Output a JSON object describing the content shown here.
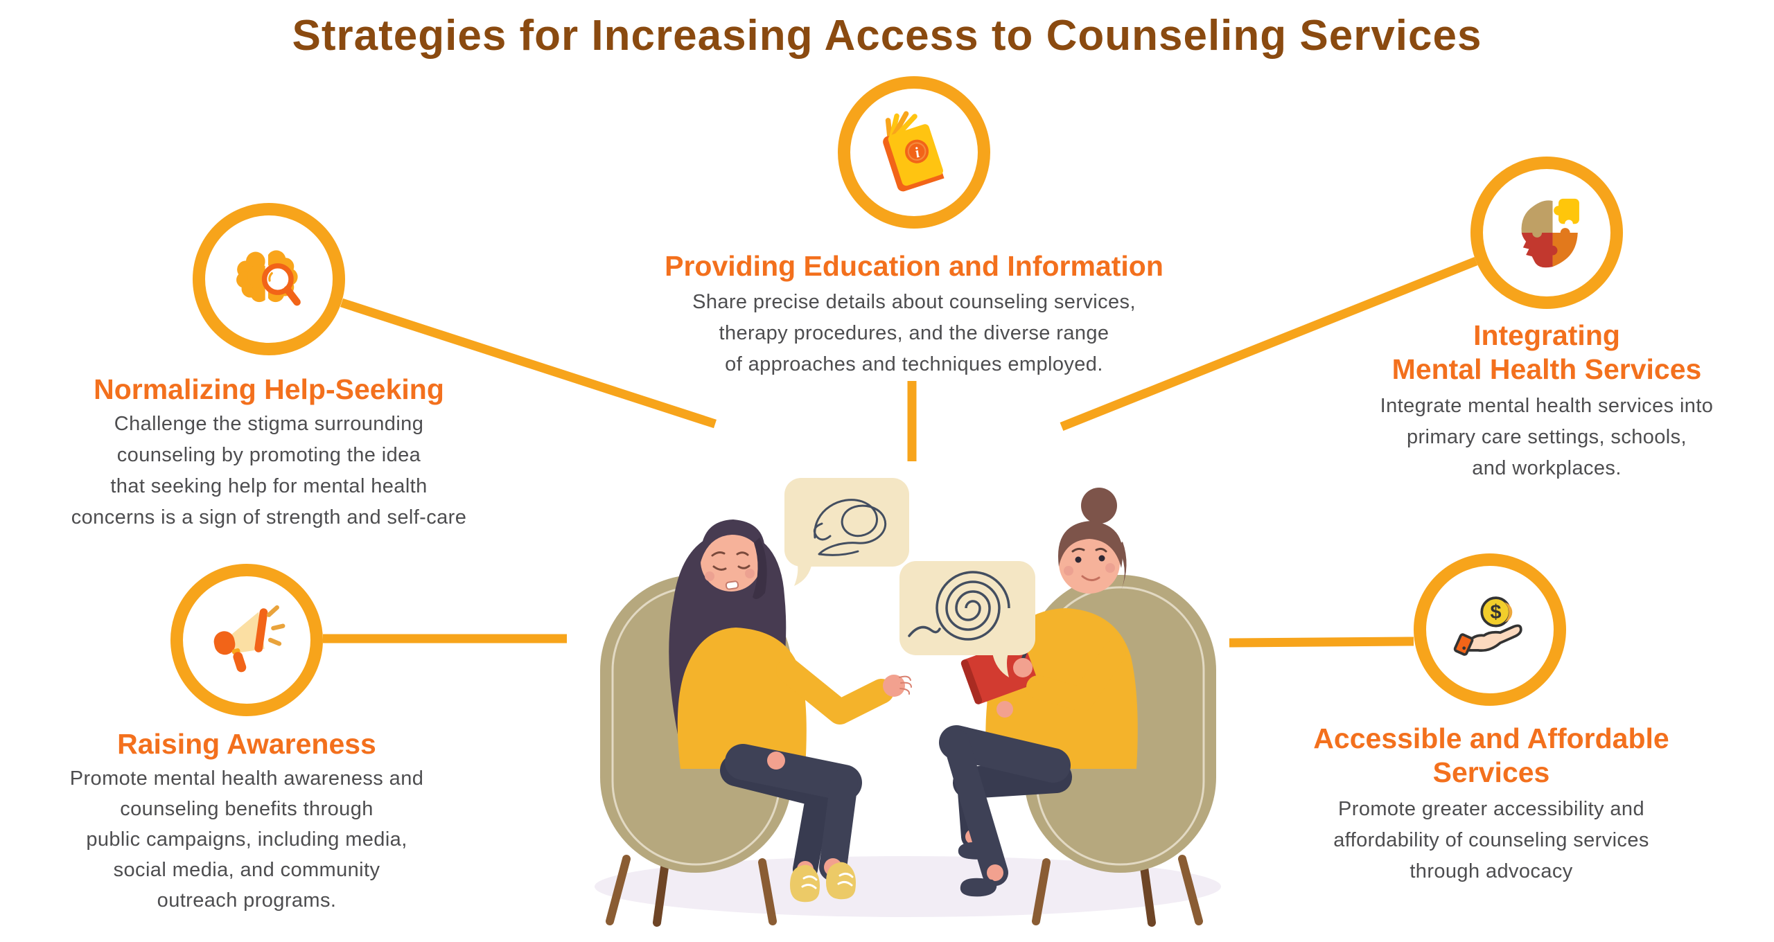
{
  "title": "Strategies for Increasing Access to Counseling Services",
  "colors": {
    "title_brown": "#8A4A10",
    "heading_orange": "#F3701D",
    "body_gray": "#4D4D4F",
    "ring_amber": "#F7A41B",
    "icon_orange": "#F26418",
    "icon_amber": "#F9A51B"
  },
  "icon_glyphs": {
    "info": "i",
    "dollar": "$"
  },
  "strategies": [
    {
      "id": "providing-education",
      "icon": "book-info-icon",
      "heading": "Providing Education and Information",
      "body": "Share precise details about counseling services,\ntherapy procedures, and the diverse range\nof approaches and techniques employed."
    },
    {
      "id": "normalizing-help-seeking",
      "icon": "brain-magnifier-icon",
      "heading": "Normalizing Help-Seeking",
      "body": "Challenge the stigma surrounding\ncounseling by promoting the idea\nthat seeking help for mental health\nconcerns is a sign of strength and self-care"
    },
    {
      "id": "integrating-mental-health-services",
      "icon": "head-puzzle-icon",
      "heading": "Integrating\nMental Health Services",
      "body": "Integrate mental health services into\nprimary care settings, schools,\nand workplaces."
    },
    {
      "id": "raising-awareness",
      "icon": "megaphone-icon",
      "heading": "Raising Awareness",
      "body": "Promote mental health awareness and\ncounseling benefits through\npublic campaigns, including media,\nsocial media, and community\noutreach programs."
    },
    {
      "id": "accessible-affordable-services",
      "icon": "hand-money-icon",
      "heading": "Accessible and Affordable\nServices",
      "body": "Promote greater accessibility and\naffordability of counseling services\nthrough advocacy"
    }
  ]
}
